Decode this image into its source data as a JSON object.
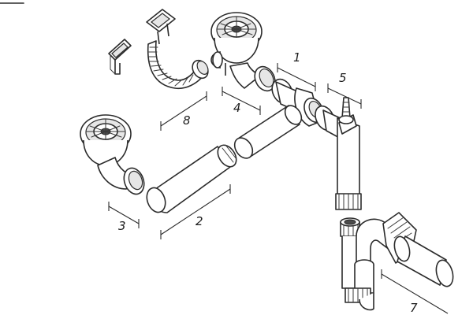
{
  "diagram": {
    "callouts": [
      "1",
      "2",
      "3",
      "4",
      "5",
      "7",
      "8"
    ]
  }
}
